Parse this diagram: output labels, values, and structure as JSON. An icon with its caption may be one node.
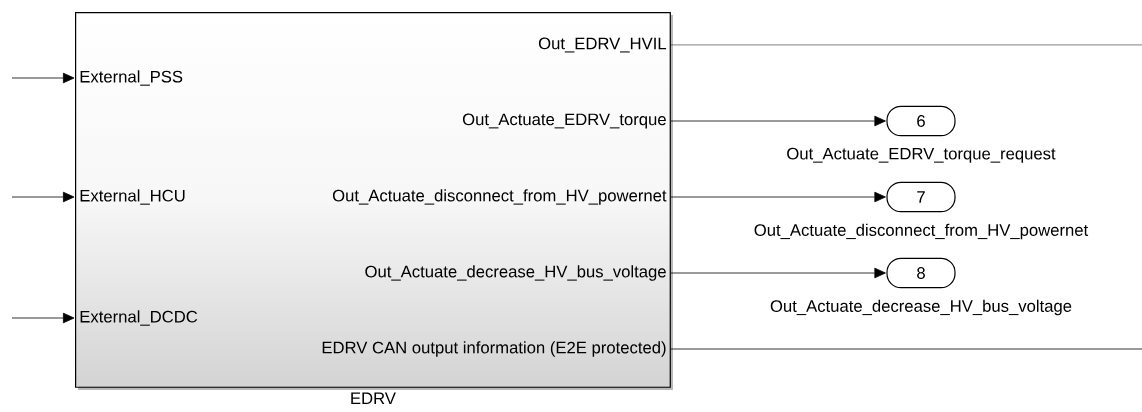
{
  "diagram": {
    "nodes": [
      {
        "text": [
          "EDRV"
        ]
      },
      {
        "text": [
          "External_PSS"
        ],
        "in": 0
      },
      {
        "text": [
          "External_HCU"
        ],
        "in": 0
      },
      {
        "text": [
          "External_DCDC"
        ],
        "in": 0
      },
      {
        "text": [
          "Out_EDRV_HVIL"
        ],
        "in": 0
      },
      {
        "text": [
          "Out_Actuate_EDRV_torque"
        ],
        "in": 0
      },
      {
        "text": [
          "Out_Actuate_disconnect_from_HV_powernet"
        ],
        "in": 0
      },
      {
        "text": [
          "Out_Actuate_decrease_HV_bus_voltage"
        ],
        "in": 0
      },
      {
        "text": [
          "EDRV CAN output information (E2E protected)"
        ],
        "in": 0
      },
      {
        "text": [
          "6"
        ],
        "beside": [
          "Out_Actuate_EDRV_torque_request"
        ]
      },
      {
        "text": [
          "7"
        ],
        "beside": [
          "Out_Actuate_disconnect_from_HV_powernet"
        ]
      },
      {
        "text": [
          "8"
        ],
        "beside": [
          "Out_Actuate_decrease_HV_bus_voltage"
        ]
      }
    ],
    "edges": [
      {
        "from": null,
        "to": 1,
        "arrow": "to"
      },
      {
        "from": null,
        "to": 2,
        "arrow": "to"
      },
      {
        "from": null,
        "to": 3,
        "arrow": "to"
      },
      {
        "from": 4,
        "to": null,
        "arrow": "none"
      },
      {
        "from": 5,
        "to": 9,
        "arrow": "to"
      },
      {
        "from": 6,
        "to": 10,
        "arrow": "to"
      },
      {
        "from": 7,
        "to": 11,
        "arrow": "to"
      },
      {
        "from": 8,
        "to": null,
        "arrow": "none"
      }
    ]
  }
}
